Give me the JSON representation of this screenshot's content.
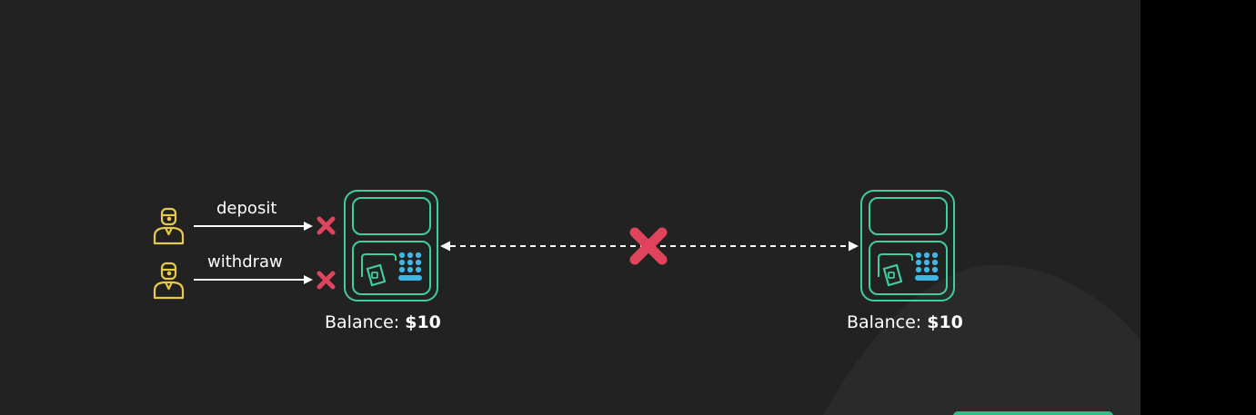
{
  "colors": {
    "background": "#222222",
    "outer_background": "#000000",
    "user": "#e8c94a",
    "atm_outline": "#3ecf9a",
    "atm_keys": "#3fb6e3",
    "blocked": "#e0445c",
    "text": "#ffffff"
  },
  "users": [
    {
      "icon": "user-icon",
      "action_label": "deposit",
      "status_icon": "blocked-x-icon"
    },
    {
      "icon": "user-icon",
      "action_label": "withdraw",
      "status_icon": "blocked-x-icon"
    }
  ],
  "atms": [
    {
      "icon": "atm-icon",
      "balance_label": "Balance:",
      "balance_value": "$10"
    },
    {
      "icon": "atm-icon",
      "balance_label": "Balance:",
      "balance_value": "$10"
    }
  ],
  "link": {
    "style": "dashed-bidirectional",
    "status_icon": "connection-broken-x-icon"
  }
}
